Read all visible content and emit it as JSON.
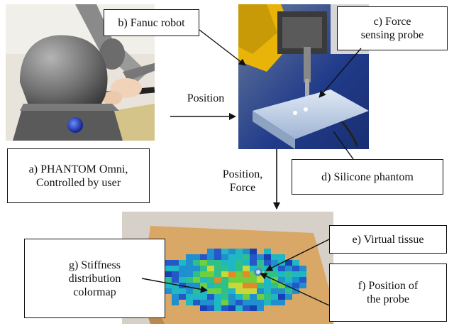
{
  "labels": {
    "a_line1": "a) PHANTOM Omni,",
    "a_line2": "Controlled by user",
    "b": "b) Fanuc robot",
    "c_line1": "c) Force",
    "c_line2": "sensing probe",
    "d": "d) Silicone phantom",
    "e": "e) Virtual tissue",
    "f_line1": "f) Position of",
    "f_line2": "the probe",
    "g_line1": "g) Stiffness",
    "g_line2": "distribution",
    "g_line3": "colormap"
  },
  "arrows": {
    "position": "Position",
    "position_force_line1": "Position,",
    "position_force_line2": "Force"
  },
  "colors": {
    "board": "#d9a867",
    "robot_yellow": "#e8b40a",
    "phantom_blue": "#2a55a0",
    "device_gray": "#7b7b7b"
  }
}
